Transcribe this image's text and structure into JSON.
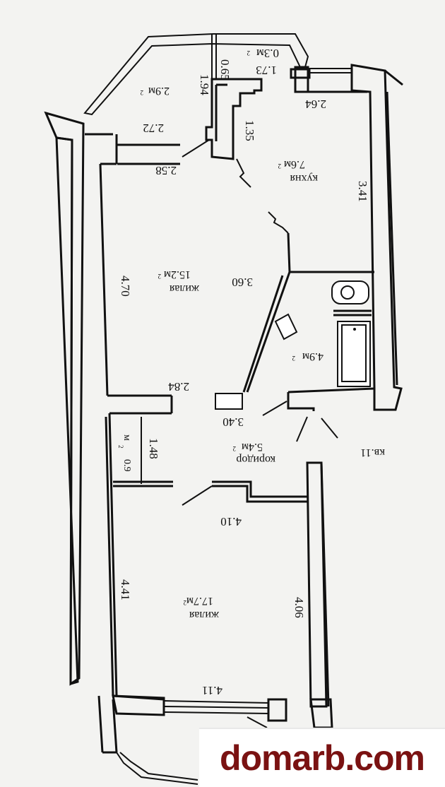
{
  "plan": {
    "dimensions": {
      "d065": "0.65",
      "d03": "0.3м",
      "d173": "1.73",
      "d194": "1.94",
      "d264": "2.64",
      "d135": "1.35",
      "d272": "2.72",
      "d258": "2.58",
      "d341": "3.41",
      "d470": "4.70",
      "d360": "3.60",
      "d284": "2.84",
      "d340": "3.40",
      "d148": "1.48",
      "d410": "4.10",
      "d441": "4.41",
      "d406": "4.06",
      "d411": "4.11"
    },
    "rooms": {
      "balcony_top_area": "2.9м",
      "kitchen_name": "кухня",
      "kitchen_area": "7.6м",
      "living1_name": "жилая",
      "living1_area": "15.2м",
      "bath_area": "4.9м",
      "corridor_name": "коридор",
      "corridor_area": "5.4м",
      "closet_area": "0.9",
      "closet_unit": "м",
      "living2_name": "жилая",
      "living2_area": "17.7м",
      "flat_label": "кв.11"
    },
    "superscript": "2"
  },
  "watermark": "domarb.com"
}
